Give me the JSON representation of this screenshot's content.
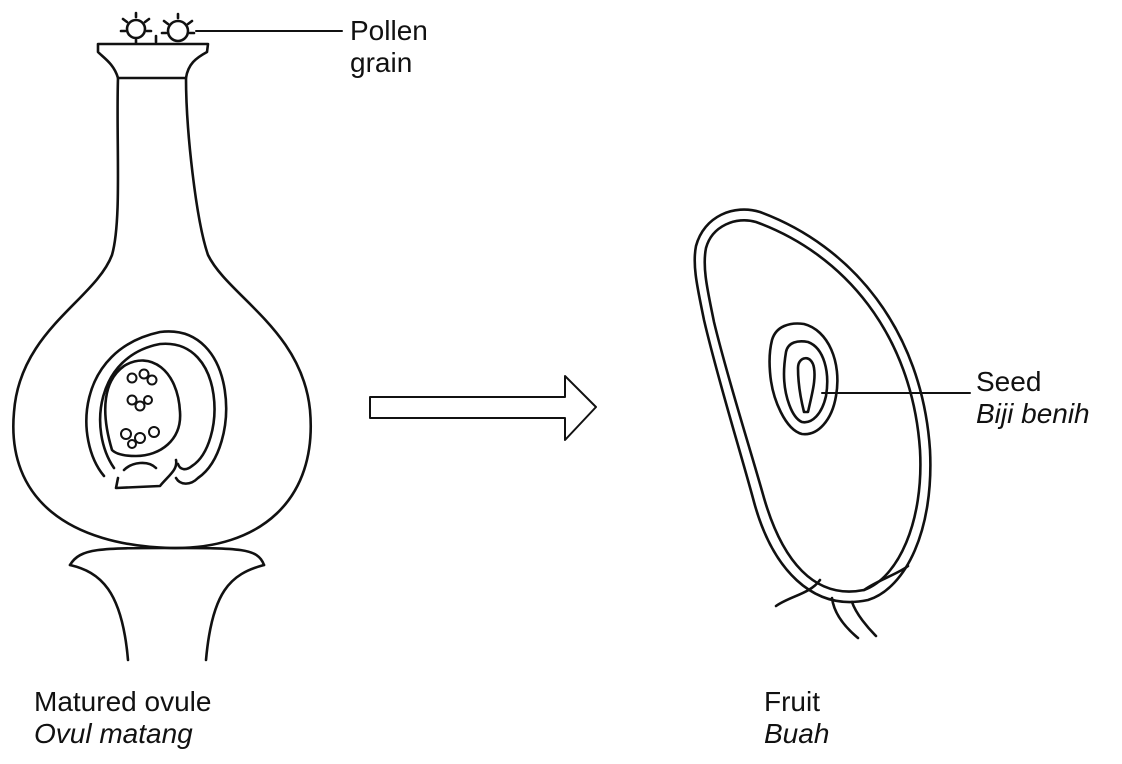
{
  "diagram": {
    "labels": {
      "pollen": {
        "line1": "Pollen",
        "line2": "grain"
      },
      "ovule": {
        "en": "Matured ovule",
        "ms": "Ovul matang"
      },
      "fruit": {
        "en": "Fruit",
        "ms": "Buah"
      },
      "seed": {
        "en": "Seed",
        "ms": "Biji benih"
      }
    }
  }
}
